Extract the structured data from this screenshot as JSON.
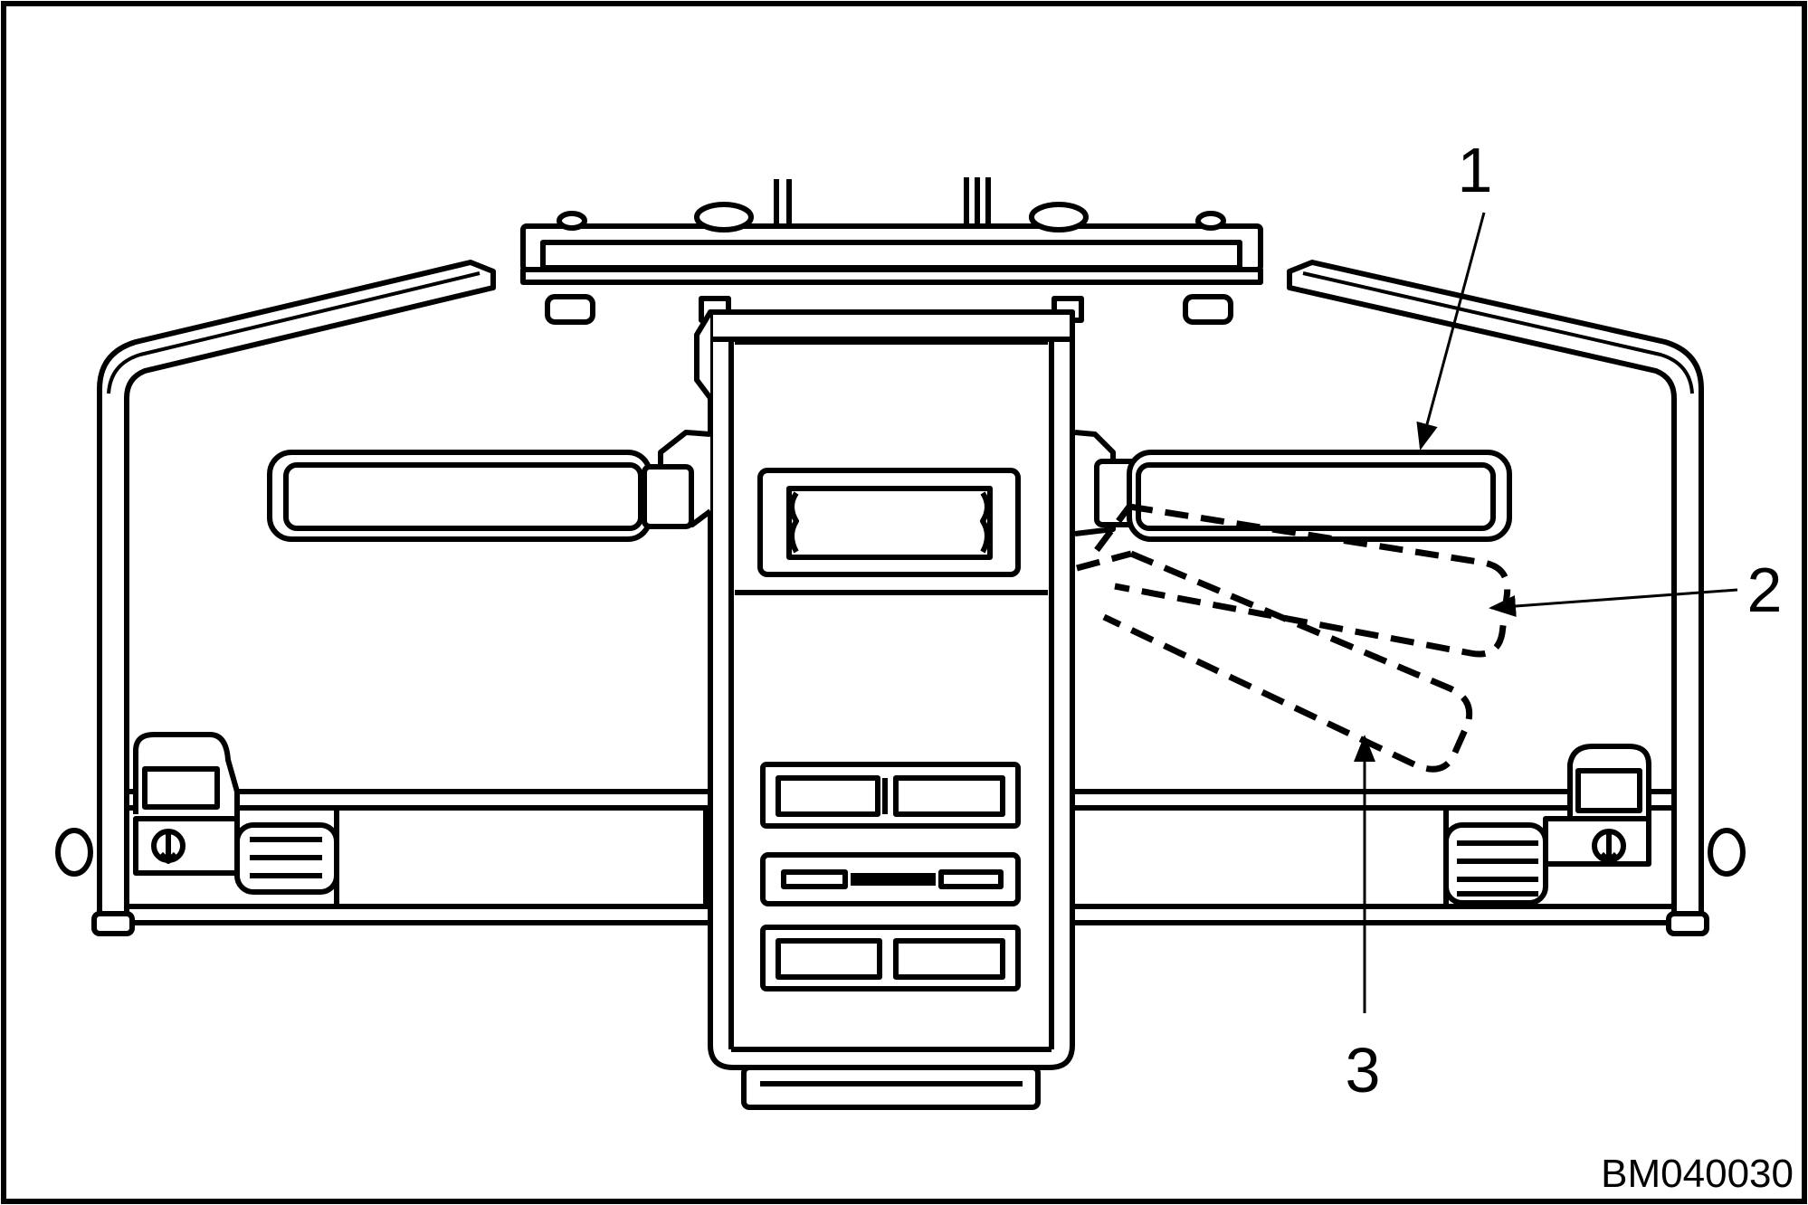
{
  "figure": {
    "code": "BM040030",
    "line_color": "#000000",
    "background_color": "#ffffff"
  },
  "callouts": [
    {
      "id": "1",
      "label": "1"
    },
    {
      "id": "2",
      "label": "2"
    },
    {
      "id": "3",
      "label": "3"
    }
  ]
}
